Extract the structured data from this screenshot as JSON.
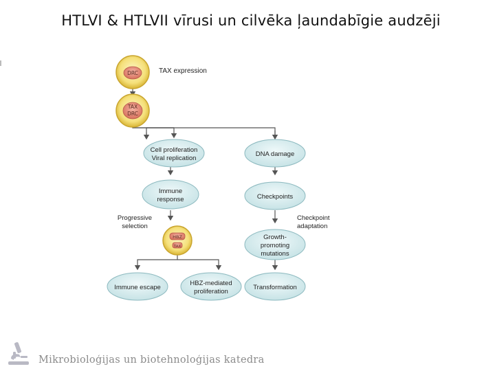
{
  "slide": {
    "title": "HTLVI & HTLVII vīrusi un cilvēka ļaundabīgie audzēji",
    "footer": "Mikrobioloģijas un biotehnoloģijas katedra"
  },
  "diagram": {
    "nodes": {
      "tax_expression": "TAX expression",
      "cell_proliferation_1": "Cell proliferation",
      "cell_proliferation_2": "Viral replication",
      "dna_damage": "DNA damage",
      "immune_response_1": "Immune",
      "immune_response_2": "response",
      "checkpoints": "Checkpoints",
      "progressive_selection_1": "Progressive",
      "progressive_selection_2": "selection",
      "checkpoint_adaptation_1": "Checkpoint",
      "checkpoint_adaptation_2": "adaptation",
      "growth_mutations_1": "Growth-",
      "growth_mutations_2": "promoting",
      "growth_mutations_3": "mutations",
      "immune_escape": "Immune escape",
      "hbz_proliferation_1": "HBZ-mediated",
      "hbz_proliferation_2": "proliferation",
      "transformation": "Transformation"
    },
    "cell_labels": {
      "cell1": "DRC",
      "cell2_top": "TAX",
      "cell2_bottom": "DRC",
      "cell3_top": "HBZ",
      "cell3_bottom": "TAX"
    },
    "colors": {
      "node_fill": "#d4ecee",
      "node_stroke": "#8cb9bf",
      "cell_outer": "#e8c84a",
      "cell_inner": "#fbf0a8",
      "nucleus": "#e88e7a",
      "arrow": "#555555"
    }
  }
}
